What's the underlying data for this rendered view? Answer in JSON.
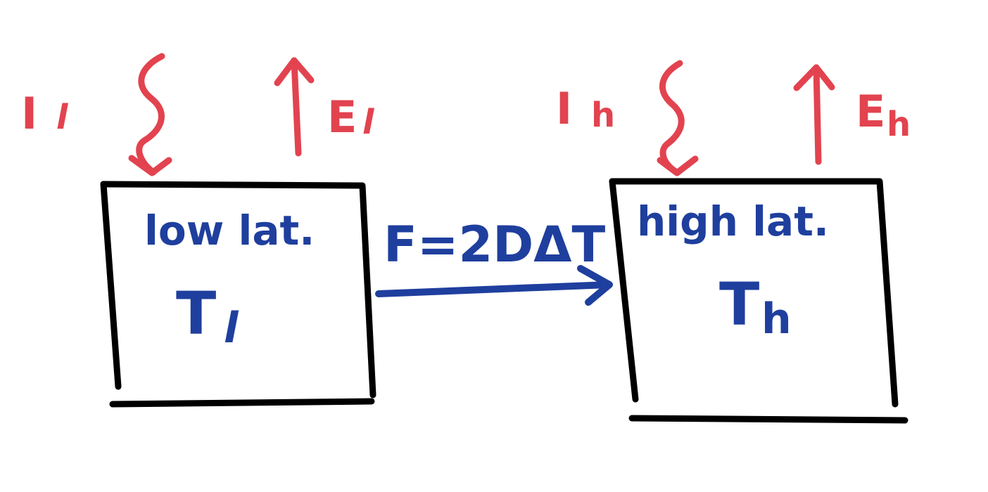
{
  "colors": {
    "ink": "#000000",
    "heat_fluxes": "#e2434f",
    "labels": "#1f3f9e"
  },
  "low_lat_box": {
    "title": "low lat.",
    "temperature": "T",
    "temperature_sub": "l",
    "incoming": "I",
    "incoming_sub": "l",
    "emitted": "E",
    "emitted_sub": "l"
  },
  "high_lat_box": {
    "title": "high lat.",
    "temperature": "T",
    "temperature_sub": "h",
    "incoming": "I",
    "incoming_sub": "h",
    "emitted": "E",
    "emitted_sub": "h"
  },
  "transport": {
    "label": "F=2DΔT"
  },
  "icons": {
    "incoming": "wavy-arrow-down-icon",
    "emitted": "arrow-up-icon",
    "transport": "arrow-right-icon"
  }
}
